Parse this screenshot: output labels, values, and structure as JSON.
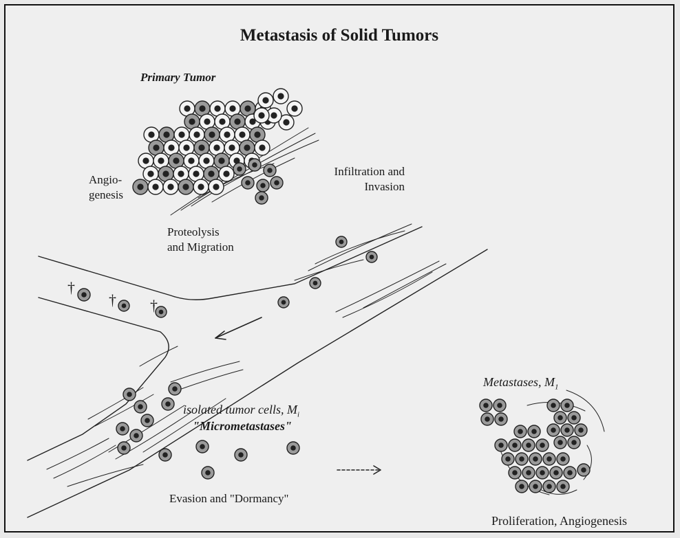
{
  "diagram": {
    "title": "Metastasis of Solid Tumors",
    "labels": {
      "primary_tumor": "Primary Tumor",
      "angiogenesis_line1": "Angio-",
      "angiogenesis_line2": "genesis",
      "infiltration_line1": "Infiltration and",
      "infiltration_line2": "Invasion",
      "proteolysis_line1": "Proteolysis",
      "proteolysis_line2": "and Migration",
      "isolated_cells": "isolated tumor cells, M",
      "isolated_cells_sub": "i",
      "micrometastases": "\"Micrometastases\"",
      "evasion": "Evasion and \"Dormancy\"",
      "metastases": "Metastases, M",
      "metastases_sub": "1",
      "proliferation": "Proliferation, Angiogenesis"
    },
    "cell_death_marks": [
      "†",
      "†",
      "†"
    ]
  }
}
